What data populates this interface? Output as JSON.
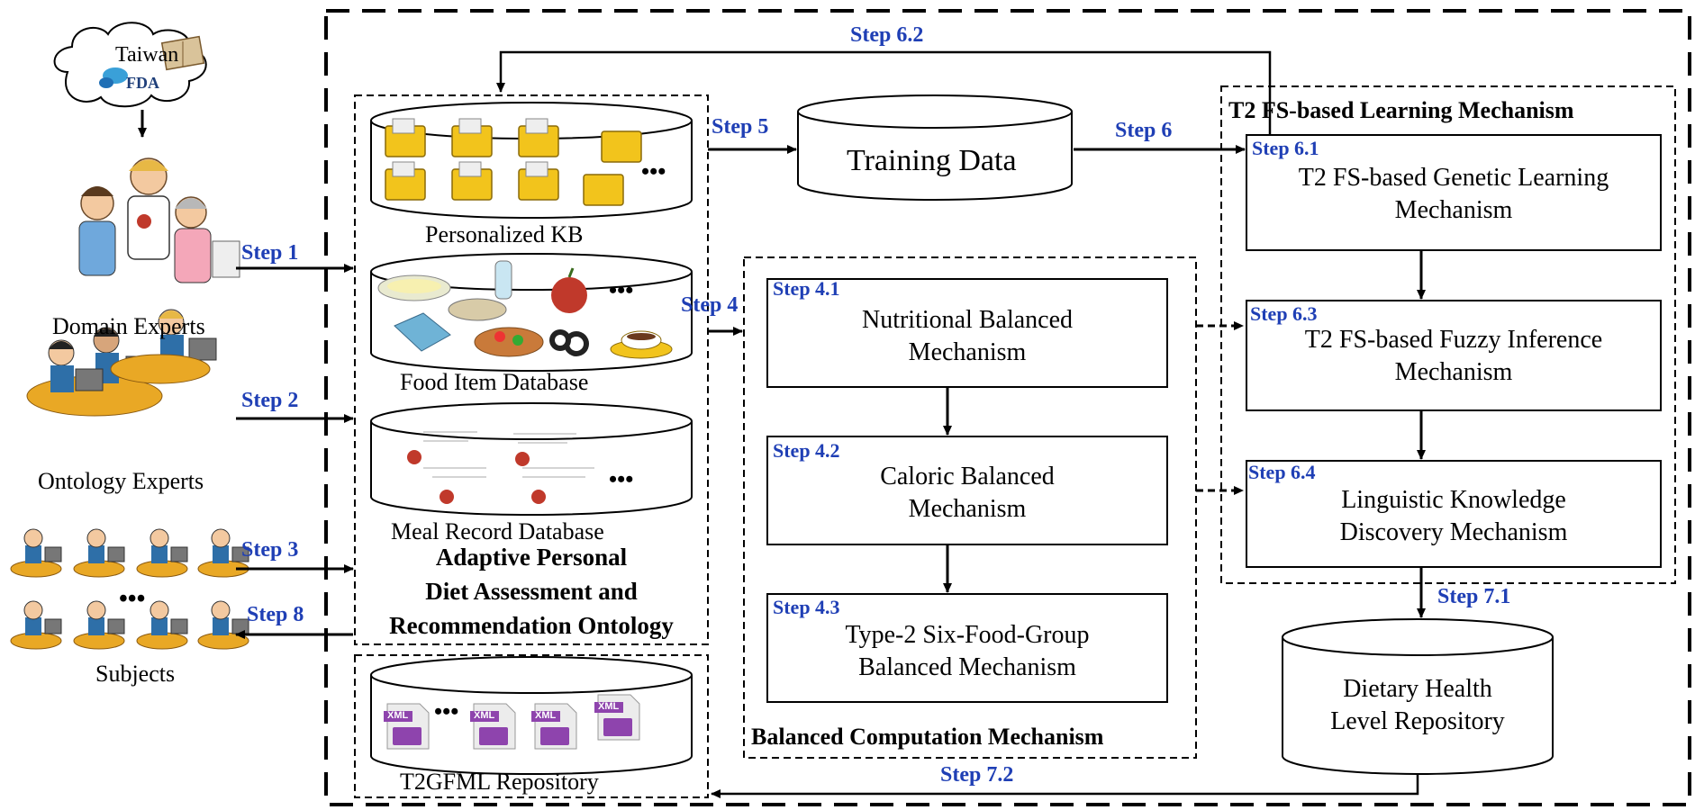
{
  "actors": {
    "source": "Taiwan",
    "fda": "FDA",
    "domain_experts": "Domain Experts",
    "ontology_experts": "Ontology Experts",
    "subjects": "Subjects",
    "ellipsis": "•••"
  },
  "steps": {
    "s1": "Step 1",
    "s2": "Step 2",
    "s3": "Step 3",
    "s4": "Step 4",
    "s41": "Step 4.1",
    "s42": "Step 4.2",
    "s43": "Step 4.3",
    "s5": "Step 5",
    "s6": "Step 6",
    "s61": "Step 6.1",
    "s62": "Step 6.2",
    "s63": "Step 6.3",
    "s64": "Step 6.4",
    "s71": "Step 7.1",
    "s72": "Step 7.2",
    "s8": "Step 8"
  },
  "ontology": {
    "personalized_kb": "Personalized KB",
    "food_item_db": "Food Item Database",
    "meal_record_db": "Meal Record Database",
    "title_line1": "Adaptive Personal",
    "title_line2": "Diet Assessment and",
    "title_line3": "Recommendation Ontology",
    "t2gfml": "T2GFML Repository",
    "xml": "XML",
    "dots": "•••"
  },
  "training": {
    "label": "Training  Data"
  },
  "balanced": {
    "title": "Balanced Computation  Mechanism",
    "m1_line1": "Nutritional Balanced",
    "m1_line2": "Mechanism",
    "m2_line1": "Caloric Balanced",
    "m2_line2": "Mechanism",
    "m3_line1": "Type-2 Six-Food-Group",
    "m3_line2": "Balanced Mechanism"
  },
  "learning": {
    "title": "T2 FS-based Learning Mechanism",
    "m1_line1": "T2 FS-based Genetic Learning",
    "m1_line2": "Mechanism",
    "m2_line1": "T2 FS-based Fuzzy Inference",
    "m2_line2": "Mechanism",
    "m3_line1": "Linguistic Knowledge",
    "m3_line2": "Discovery Mechanism"
  },
  "repository": {
    "line1": "Dietary Health",
    "line2": "Level Repository"
  },
  "colors": {
    "step_blue": "#1f3fb5",
    "folder_yellow": "#f2c41c",
    "xml_purple": "#8e44ad",
    "apple_red": "#c0392b"
  }
}
